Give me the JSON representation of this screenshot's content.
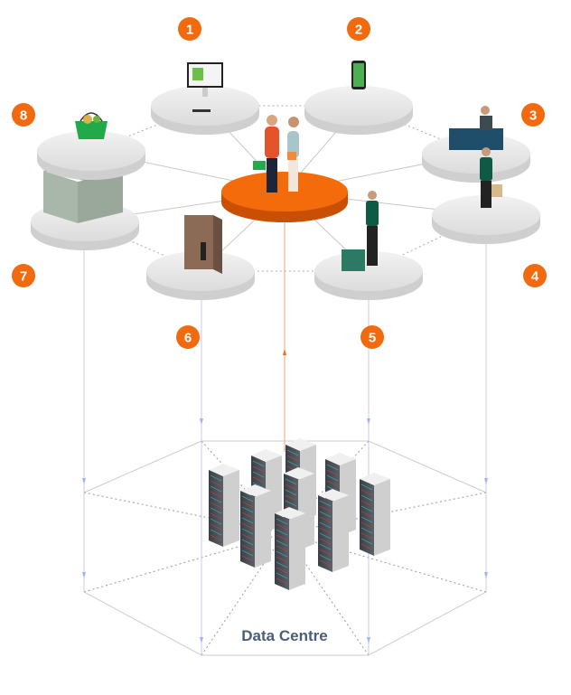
{
  "diagram": {
    "hub": {
      "name": "customers"
    },
    "channels": [
      {
        "number": "1",
        "icon": "desktop-computer-icon"
      },
      {
        "number": "2",
        "icon": "smartphone-icon"
      },
      {
        "number": "3",
        "icon": "checkout-counter-icon"
      },
      {
        "number": "4",
        "icon": "courier-with-bag-icon"
      },
      {
        "number": "5",
        "icon": "delivery-crates-icon"
      },
      {
        "number": "6",
        "icon": "parcel-locker-icon"
      },
      {
        "number": "7",
        "icon": "kiosk-store-icon"
      },
      {
        "number": "8",
        "icon": "shopping-basket-icon"
      }
    ],
    "data_centre_label": "Data Centre"
  },
  "colors": {
    "accent": "#f26a10",
    "platform": "#e4e4e4",
    "label": "#4a5e78",
    "link": "#a9b9f2"
  }
}
